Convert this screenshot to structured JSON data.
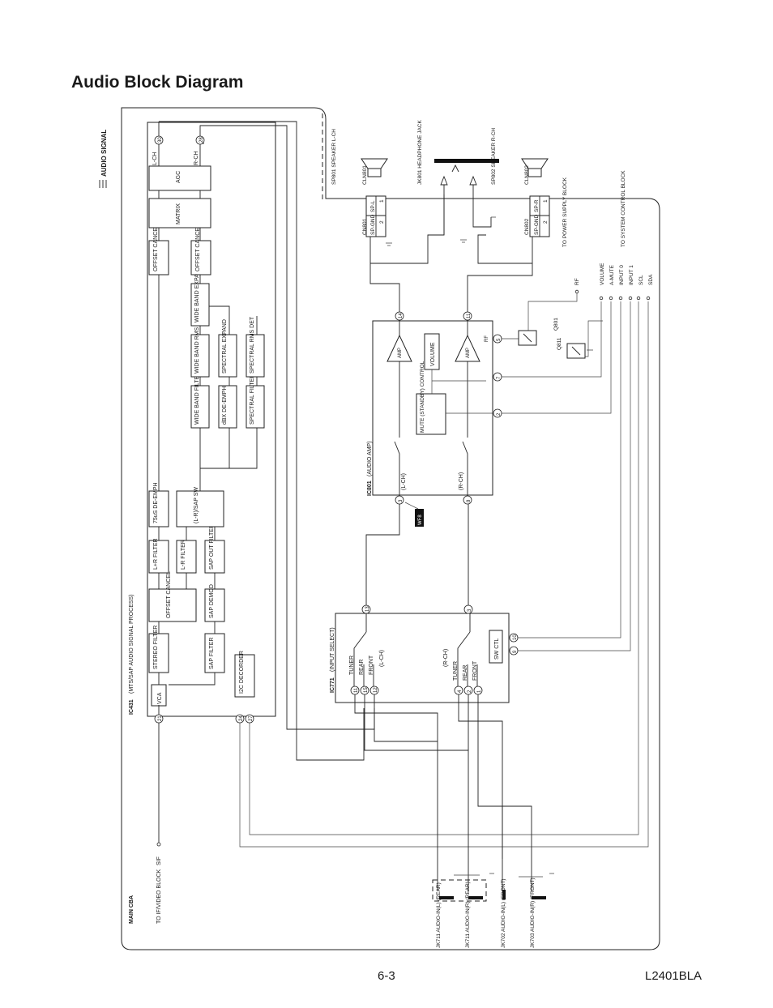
{
  "title": "Audio Block Diagram",
  "page_number": "6-3",
  "model": "L2401BLA",
  "legend": {
    "label": "AUDIO SIGNAL"
  },
  "main_cba": "MAIN CBA",
  "sif_label": "SIF",
  "to_if_video": "TO IF/VIDEO BLOCK",
  "ic431": {
    "label": "IC431",
    "desc": "(MTS/SAP AUDIO SIGNAL PROCESS)",
    "blocks": {
      "vca": "VCA",
      "stereo_filter": "STEREO FILTER",
      "sap_filter": "SAP FILTER",
      "i2c_decorder": "I2C DECORDER",
      "offset_cancel_1": "OFFSET CANCEL",
      "sap_demod": "SAP DEMOD",
      "l_plus_r_filter": "L+R FILTER",
      "l_minus_r_filter": "L-R FILTER",
      "sap_out_filter": "SAP OUT FILTER",
      "de_emph_75us": "75uS DE-EMPH",
      "lr_sap_sw": "(L-R)/SAP SW",
      "wide_band_filter": "WIDE BAND FILTER",
      "dbx_de_emph": "dBX DE-EMPH",
      "spectral_filter": "SPECTRAL FILTER",
      "wide_band_rms_det": "WIDE BAND RMS DET",
      "spectral_expand": "SPECTRAL EXPAND",
      "spectral_rms_det": "SPECTRAL RMS DET",
      "wide_band_expand": "WIDE BAND EXPAND",
      "offset_cancel_2": "OFFSET CANCEL",
      "offset_cancel_3": "OFFSET CANCEL",
      "matrix": "MATRIX",
      "agc": "AGC"
    },
    "outputs": {
      "lch": "L-CH",
      "rch": "R-CH"
    },
    "pins": {
      "p21": "21",
      "p24": "24",
      "p27": "27",
      "p28": "28",
      "p30": "30"
    }
  },
  "ic771": {
    "label": "IC771",
    "desc": "(INPUT SELECT)",
    "lch": {
      "name": "(L-CH)",
      "tuner": "TUNER",
      "rear": "REAR",
      "front": "FRONT"
    },
    "rch": {
      "name": "(R-CH)",
      "tuner": "TUNER",
      "rear": "REAR",
      "front": "FRONT"
    },
    "sw_ctl": "SW CTL",
    "pins": {
      "p11": "11",
      "p15": "15",
      "p12": "12",
      "p13": "13",
      "p4": "4",
      "p2": "2",
      "p1": "1",
      "p3": "3",
      "p10": "10",
      "p9": "9"
    }
  },
  "ic801": {
    "label": "IC801",
    "desc": "(AUDIO AMP)",
    "lch": "(L-CH)",
    "rch": "(R-CH)",
    "amp": "AMP",
    "volume": "VOLUME",
    "mute_standby": "MUTE (STANDBY) CONTROL",
    "rf": "RF",
    "pins": {
      "p3": "3",
      "p8": "8",
      "p14": "14",
      "p11": "11",
      "p5": "5",
      "p7": "7",
      "p2": "2"
    }
  },
  "wf": "WF8",
  "transistors": {
    "q801": "Q801",
    "q811": "Q811"
  },
  "right_signals": {
    "rf": "RF",
    "volume": "VOLUME",
    "a_mute": "A-MUTE",
    "input0": "INPUT 0",
    "input1": "INPUT 1",
    "scl": "SCL",
    "sda": "SDA",
    "to_power": "TO POWER SUPPLY BLOCK",
    "to_system": "TO SYSTEM CONTROL BLOCK"
  },
  "speakers": {
    "sp801": "SP801 SPEAKER L-CH",
    "sp802": "SP802 SPEAKER R-CH",
    "cln801": "CLN801",
    "cln802": "CLN802",
    "cn801": "CN801",
    "cn802": "CN802",
    "sp_l": "SP-L",
    "sp_r": "SP-R",
    "sp_gnd": "SP-GND",
    "pin1": "1",
    "pin2": "2",
    "jk801": "JK801 HEADPHONE JACK"
  },
  "jacks": {
    "jk711_l": "JK711 AUDIO-IN(L) (REAR)",
    "jk711_r": "JK711 AUDIO-IN(R) (REAR)",
    "jk702": "JK702 AUDIO-IN(L) (FRONT)",
    "jk703": "JK703 AUDIO-IN(R) (FRONT)"
  }
}
